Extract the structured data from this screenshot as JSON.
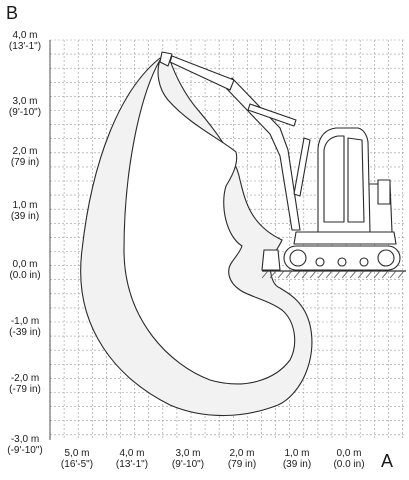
{
  "axes": {
    "vertical_name": "B",
    "horizontal_name": "A",
    "y_labels": [
      {
        "value": 4.0,
        "metric": "4,0 m",
        "imperial": "(13'-1\")"
      },
      {
        "value": 3.0,
        "metric": "3,0 m",
        "imperial": "(9'-10\")"
      },
      {
        "value": 2.0,
        "metric": "2,0 m",
        "imperial": "(79 in)"
      },
      {
        "value": 1.0,
        "metric": "1,0 m",
        "imperial": "(39 in)"
      },
      {
        "value": 0.0,
        "metric": "0,0 m",
        "imperial": "(0.0 in)"
      },
      {
        "value": -1.0,
        "metric": "-1,0 m",
        "imperial": "(-39 in)"
      },
      {
        "value": -2.0,
        "metric": "-2,0 m",
        "imperial": "(-79 in)"
      },
      {
        "value": -3.0,
        "metric": "-3,0 m",
        "imperial": "(-9'-10\")"
      }
    ],
    "x_labels": [
      {
        "value": 5.0,
        "metric": "5,0 m",
        "imperial": "(16'-5\")"
      },
      {
        "value": 4.0,
        "metric": "4,0 m",
        "imperial": "(13'-1\")"
      },
      {
        "value": 3.0,
        "metric": "3,0 m",
        "imperial": "(9'-10\")"
      },
      {
        "value": 2.0,
        "metric": "2,0 m",
        "imperial": "(79 in)"
      },
      {
        "value": 1.0,
        "metric": "1,0 m",
        "imperial": "(39 in)"
      },
      {
        "value": 0.0,
        "metric": "0,0 m",
        "imperial": "(0.0 in)"
      }
    ]
  },
  "colors": {
    "grid": "#9a9a9a",
    "line": "#2a2a2a",
    "envelope_fill": "#f2f2f2"
  },
  "icons": {
    "machine": "mini-excavator-icon"
  }
}
